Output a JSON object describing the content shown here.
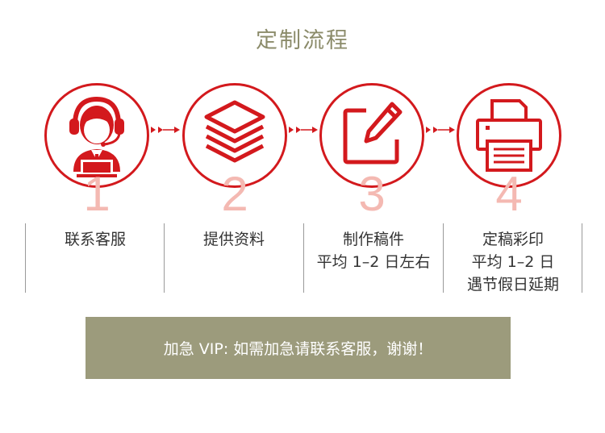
{
  "title": "定制流程",
  "steps": [
    {
      "number": "1",
      "icon": "customer-service-headset-icon",
      "lines": [
        "联系客服"
      ]
    },
    {
      "number": "2",
      "icon": "layers-stack-icon",
      "lines": [
        "提供资料"
      ]
    },
    {
      "number": "3",
      "icon": "edit-pen-icon",
      "lines": [
        "制作稿件",
        "平均 1–2 日左右"
      ]
    },
    {
      "number": "4",
      "icon": "printer-icon",
      "lines": [
        "定稿彩印",
        "平均 1–2 日",
        "遇节假日延期"
      ]
    }
  ],
  "banner": "加急 VIP: 如需加急请联系客服，谢谢！",
  "colors": {
    "accent": "#d3191d",
    "number": "#f4b9b2",
    "title": "#8b8b6a",
    "banner_bg": "#9c9b7c"
  }
}
